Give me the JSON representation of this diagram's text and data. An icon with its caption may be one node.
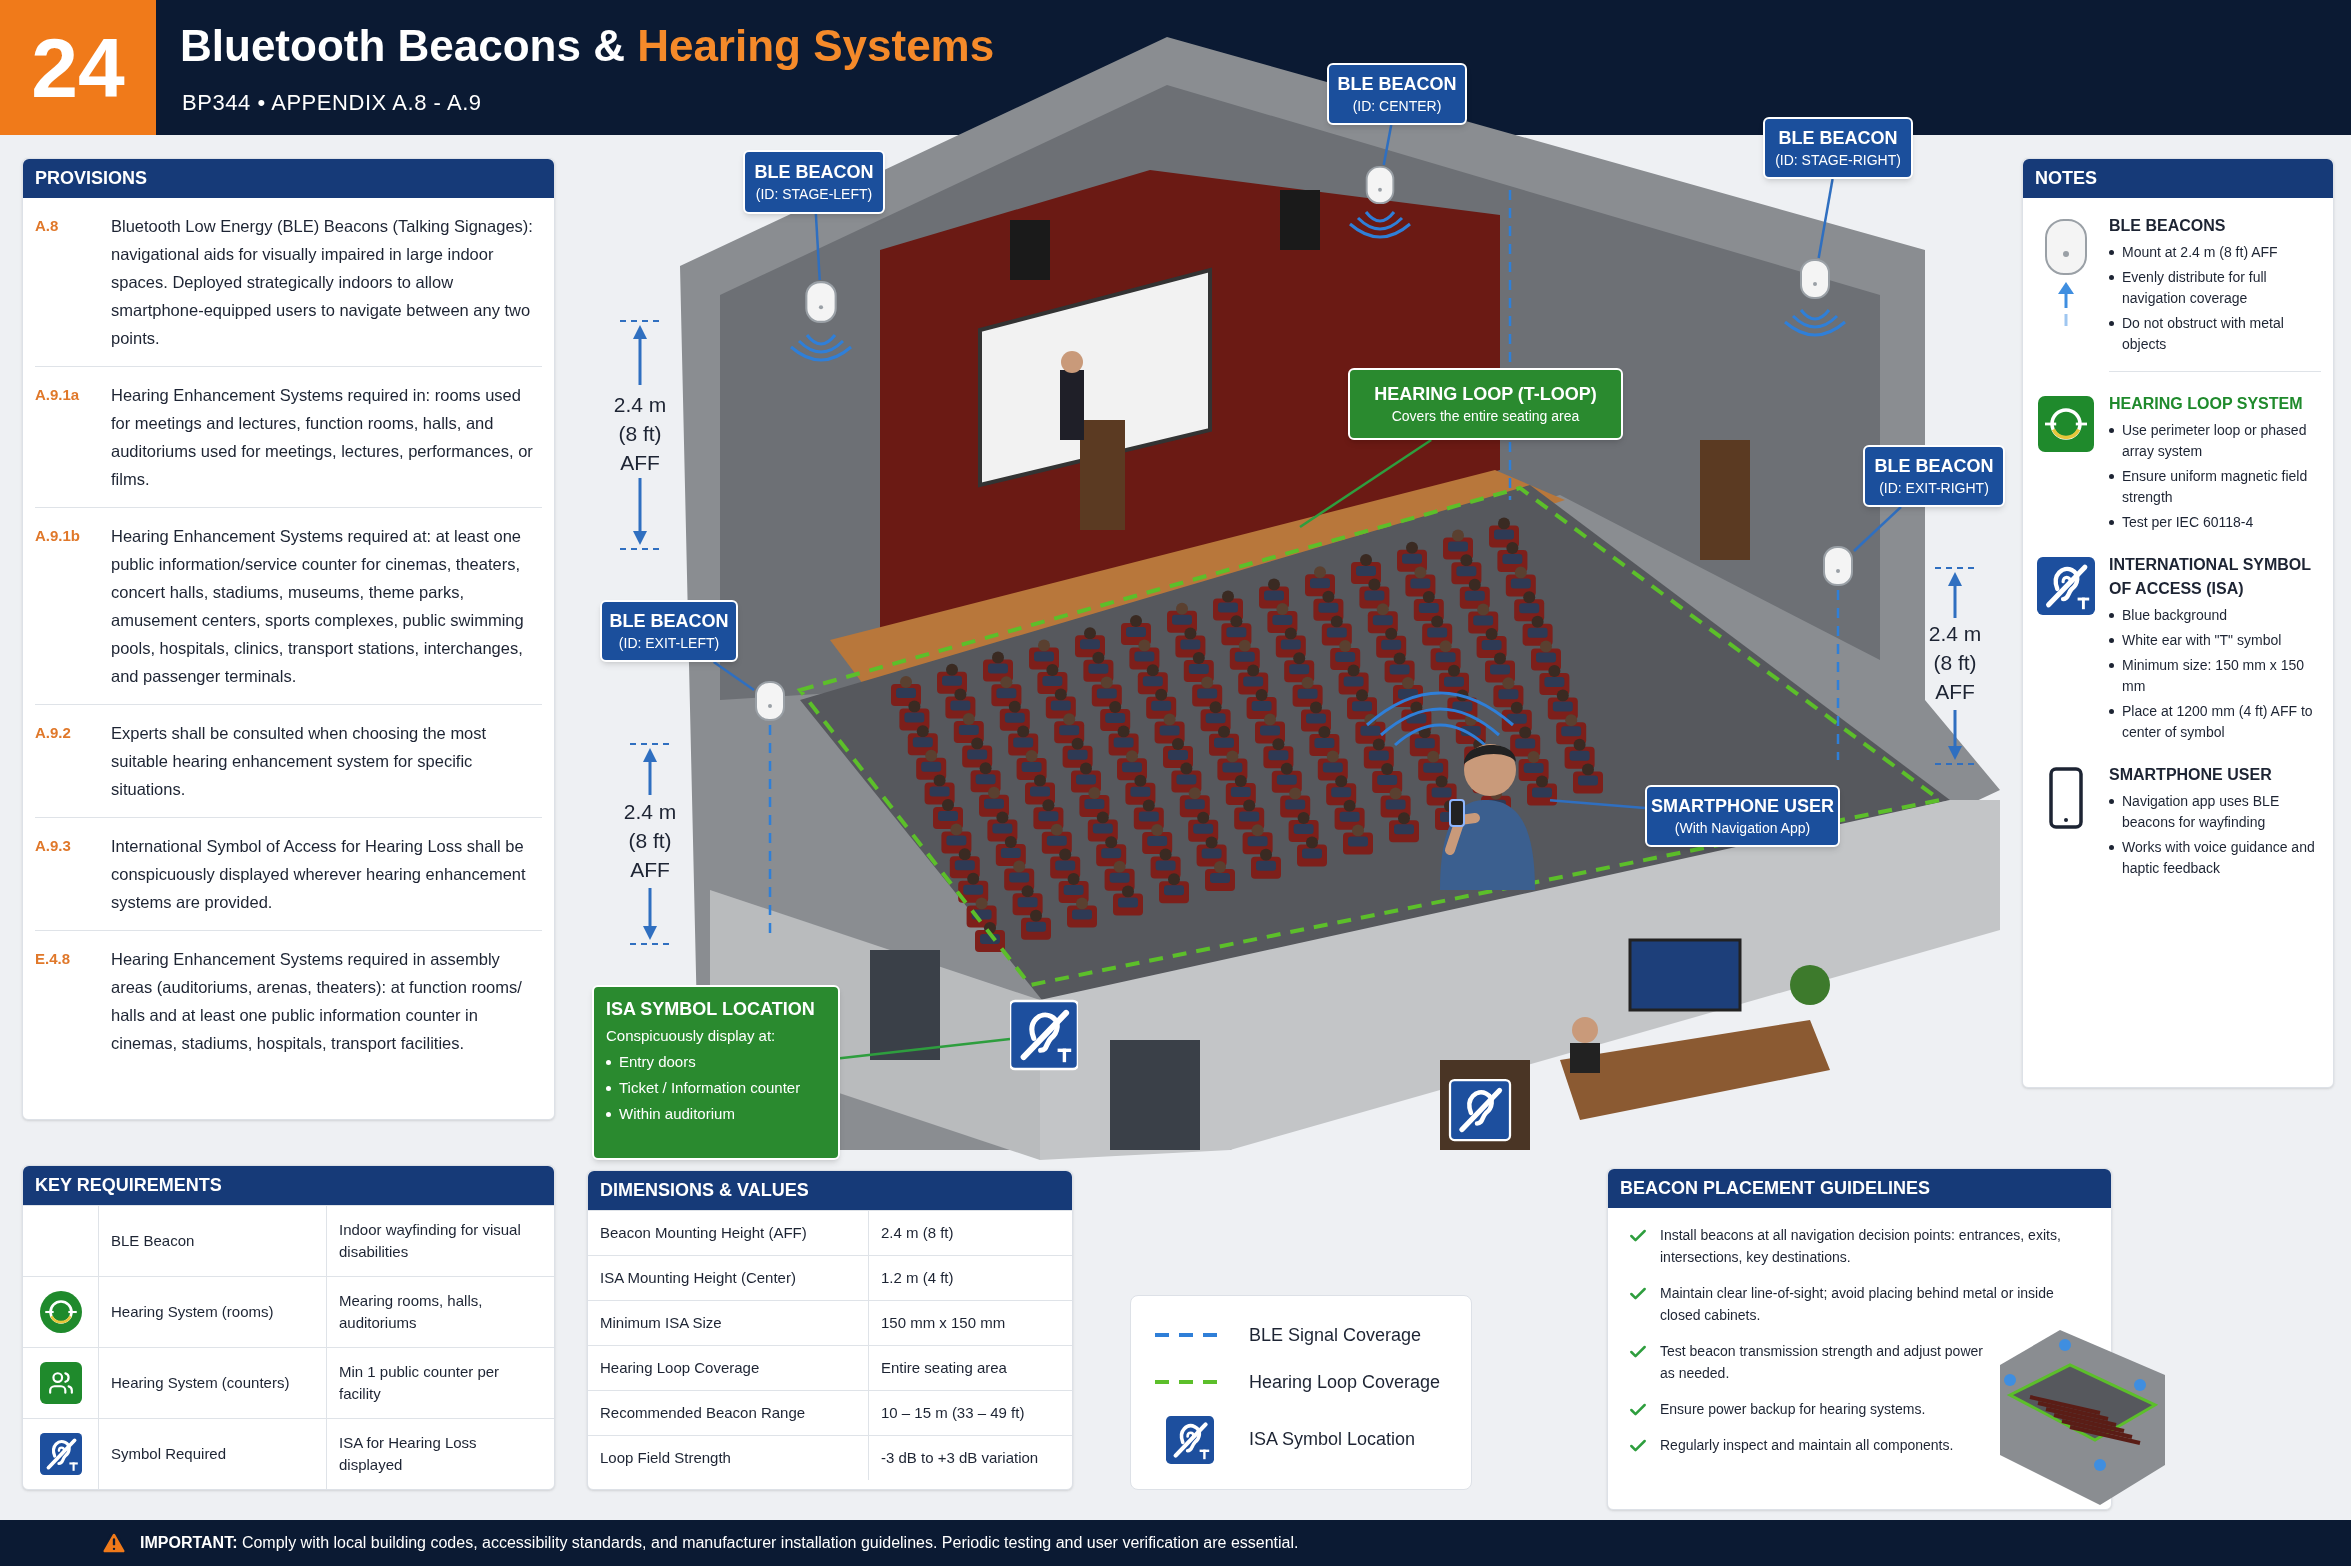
{
  "diagram": {
    "title": "Bluetooth Beacons & *Hearing Systems*",
    "nodes": [
      {
        "text": [
          "BLE BEACON",
          "(ID: STAGE-LEFT)"
        ]
      },
      {
        "text": [],
        "shape": "picture"
      },
      {
        "text": [
          "BLE BEACON",
          "(ID: CENTER)"
        ]
      },
      {
        "text": [],
        "shape": "picture"
      },
      {
        "text": [
          "BLE BEACON",
          "(ID: STAGE-RIGHT)"
        ]
      },
      {
        "text": [],
        "shape": "picture"
      },
      {
        "text": [
          "HEARING LOOP (T-LOOP)",
          "Covers the entire seating area"
        ]
      },
      {
        "text": [
          "BLE BEACON",
          "(ID: EXIT-LEFT)"
        ]
      },
      {
        "text": [],
        "shape": "picture"
      },
      {
        "text": [
          "BLE BEACON",
          "(ID: EXIT-RIGHT)"
        ]
      },
      {
        "text": [],
        "shape": "picture"
      },
      {
        "text": [
          "SMARTPHONE USER",
          "(With Navigation App)"
        ]
      },
      {
        "text": [],
        "shape": "person"
      },
      {
        "text": [
          "ISA SYMBOL LOCATION",
          "Conspicuously display at:",
          "Entry doors",
          "Ticket / Information counter",
          "Within auditorium"
        ]
      },
      {
        "text": [],
        "shape": "picture"
      }
    ],
    "edges": [
      {
        "from": 0,
        "to": 1,
        "arrow": "none"
      },
      {
        "from": 2,
        "to": 3,
        "arrow": "none"
      },
      {
        "from": 4,
        "to": 5,
        "arrow": "none"
      },
      {
        "from": 6,
        "to": null,
        "arrow": "none",
        "color": "#2e9e3e"
      },
      {
        "from": 7,
        "to": 8,
        "arrow": "none"
      },
      {
        "from": 9,
        "to": 10,
        "arrow": "none"
      },
      {
        "from": 11,
        "to": 12,
        "arrow": "none"
      },
      {
        "from": 13,
        "to": 14,
        "arrow": "none",
        "color": "#2e9e3e"
      }
    ],
    "labels": [
      "24",
      "BP344 • APPENDIX A.8 - A.9",
      "PROVISIONS",
      "A.8",
      "Bluetooth Low Energy (BLE) Beacons (Talking Signages): navigational aids for visually impaired in large indoor spaces. Deployed strategically indoors to allow smartphone-equipped users to navigate between any two points.",
      "A.9.1a",
      "Hearing Enhancement Systems required in: rooms used for meetings and lectures, function rooms, halls, and auditoriums used for meetings, lectures, performances, or films.",
      "A.9.1b",
      "Hearing Enhancement Systems required at: at least one public information/service counter for cinemas, theaters, concert halls, stadiums, museums, theme parks, amusement centers, sports complexes, public swimming pools, hospitals, clinics, transport stations, interchanges, and passenger terminals.",
      "A.9.2",
      "Experts shall be consulted when choosing the most suitable hearing enhancement system for specific situations.",
      "A.9.3",
      "International Symbol of Access for Hearing Loss shall be conspicuously displayed wherever hearing enhancement systems are provided.",
      "E.4.8",
      "Hearing Enhancement Systems required in assembly areas (auditoriums, arenas, theaters): at function rooms/ halls and at least one public information counter in cinemas, stadiums, hospitals, transport facilities.",
      "2.4 m (8 ft) AFF",
      "2.4 m (8 ft) AFF",
      "2.4 m (8 ft) AFF",
      "NOTES",
      "BLE BEACONS",
      "Mount at 2.4 m (8 ft) AFF",
      "Evenly distribute for full navigation coverage",
      "Do not obstruct with metal objects",
      "HEARING LOOP SYSTEM",
      "Use perimeter loop or phased array system",
      "Ensure uniform magnetic field strength",
      "Test per IEC 60118-4",
      "INTERNATIONAL SYMBOL OF ACCESS (ISA)",
      "Blue background",
      "White ear with \"T\" symbol",
      "Minimum size: 150 mm x 150 mm",
      "Place at 1200 mm (4 ft) AFF to center of symbol",
      "SMARTPHONE USER",
      "Navigation app uses BLE beacons for wayfinding",
      "Works with voice guidance and haptic feedback",
      "KEY REQUIREMENTS",
      "BLE Beacon",
      "Indoor wayfinding for visual disabilities",
      "Hearing System (rooms)",
      "Mearing rooms, halls, auditoriums",
      "Hearing System (counters)",
      "Min 1 public counter per facility",
      "Symbol Required",
      "ISA for Hearing Loss displayed",
      "DIMENSIONS & VALUES",
      "Beacon Mounting Height (AFF)",
      "2.4 m (8 ft)",
      "ISA Mounting Height (Center)",
      "1.2 m (4 ft)",
      "Minimum ISA Size",
      "150 mm x 150 mm",
      "Hearing Loop Coverage",
      "Entire seating area",
      "Recommended Beacon Range",
      "10 – 15 m (33 – 49 ft)",
      "Loop Field Strength",
      "-3 dB to +3 dB variation",
      "BEACON PLACEMENT GUIDELINES",
      "Install beacons at all navigation decision points: entrances, exits, intersections, key destinations.",
      "Maintain clear line-of-sight; avoid placing behind metal or inside closed cabinets.",
      "Test beacon transmission strength and adjust power as needed.",
      "Ensure power backup for hearing systems.",
      "Regularly inspect and maintain all components.",
      "**IMPORTANT:** Comply with local building codes, accessibility standards, and manufacturer installation guidelines. Periodic testing and user verification are essential."
    ],
    "legend": [
      {
        "text": "BLE Signal Coverage"
      },
      {
        "text": "Hearing Loop Coverage"
      },
      {
        "text": "ISA Symbol Location"
      }
    ]
  }
}
